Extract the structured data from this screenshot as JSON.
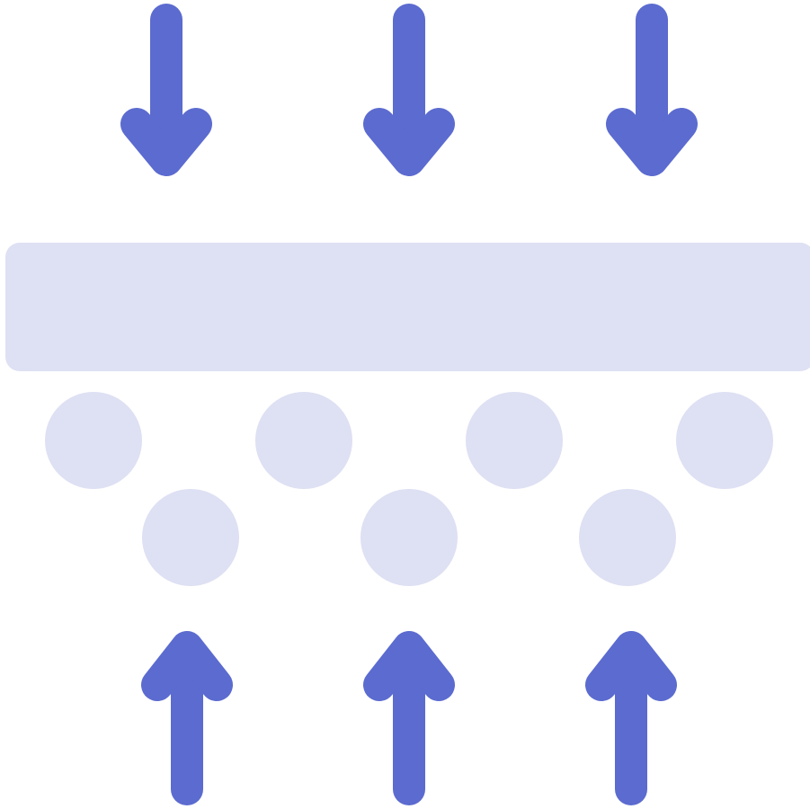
{
  "icon": {
    "name": "filtration-membrane-icon",
    "colors": {
      "arrow": "#5b6bcf",
      "membrane": "#dee0f3",
      "particle": "#dee0f3",
      "background": "#ffffff"
    },
    "top_arrows": {
      "count": 3,
      "direction": "down"
    },
    "bottom_arrows": {
      "count": 3,
      "direction": "up"
    },
    "particles": {
      "upper_row_count": 4,
      "lower_row_count": 3
    }
  }
}
